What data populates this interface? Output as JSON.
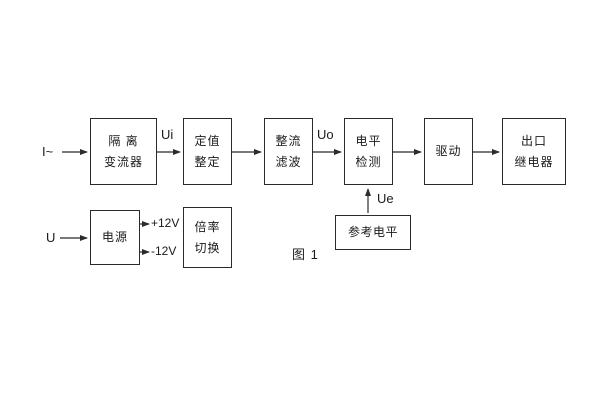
{
  "figure": {
    "caption": "图 1"
  },
  "labels": {
    "input_current": "I~",
    "input_voltage": "U",
    "ui": "Ui",
    "uo": "Uo",
    "ue": "Ue",
    "plus12v": "+12V",
    "minus12v": "-12V"
  },
  "blocks": {
    "isolation_transformer": {
      "line1": "隔 离",
      "line2": "变流器"
    },
    "setting_adjust": {
      "line1": "定值",
      "line2": "整定"
    },
    "rectify_filter": {
      "line1": "整流",
      "line2": "滤波"
    },
    "level_detect": {
      "line1": "电平",
      "line2": "检测"
    },
    "drive": {
      "line1": "驱动"
    },
    "output_relay": {
      "line1": "出口",
      "line2": "继电器"
    },
    "power_supply": {
      "line1": "电源"
    },
    "ratio_switch": {
      "line1": "倍率",
      "line2": "切换"
    },
    "reference_level": {
      "line1": "参考电平"
    }
  },
  "colors": {
    "line": "#2b2b2b",
    "background": "#ffffff"
  }
}
